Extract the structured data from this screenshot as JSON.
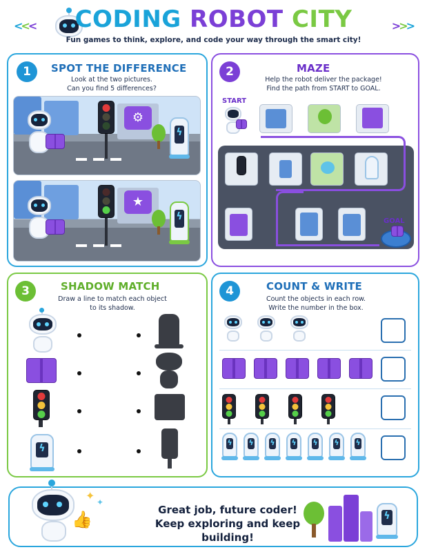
{
  "header": {
    "title_word1": "CODING",
    "title_word2": "ROBOT",
    "title_word3": "CITY",
    "subtitle": "Fun games to think, explore, and code your way through the smart city!"
  },
  "sections": [
    {
      "number": "1",
      "title": "SPOT THE DIFFERENCE",
      "instructions_line1": "Look at the two pictures.",
      "instructions_line2": "Can you find 5 differences?"
    },
    {
      "number": "2",
      "title": "MAZE",
      "instructions_line1": "Help the robot deliver the package!",
      "instructions_line2": "Find the path from START to GOAL.",
      "start_label": "START",
      "goal_label": "GOAL"
    },
    {
      "number": "3",
      "title": "SHADOW MATCH",
      "instructions_line1": "Draw a line to match each object",
      "instructions_line2": "to its shadow."
    },
    {
      "number": "4",
      "title": "COUNT & WRITE",
      "instructions_line1": "Count the objects in each row.",
      "instructions_line2": "Write the number in the box."
    }
  ],
  "count_rows": [
    {
      "object": "robot",
      "count": 3
    },
    {
      "object": "package-box",
      "count": 5
    },
    {
      "object": "traffic-light",
      "count": 4
    },
    {
      "object": "charging-station",
      "count": 7
    }
  ],
  "footer": {
    "line1": "Great job, future coder!",
    "line2": "Keep exploring and keep building!"
  },
  "colors": {
    "blue": "#1aa3d9",
    "purple": "#7b3fd6",
    "green": "#7ac943",
    "navy": "#1b2a4a"
  }
}
